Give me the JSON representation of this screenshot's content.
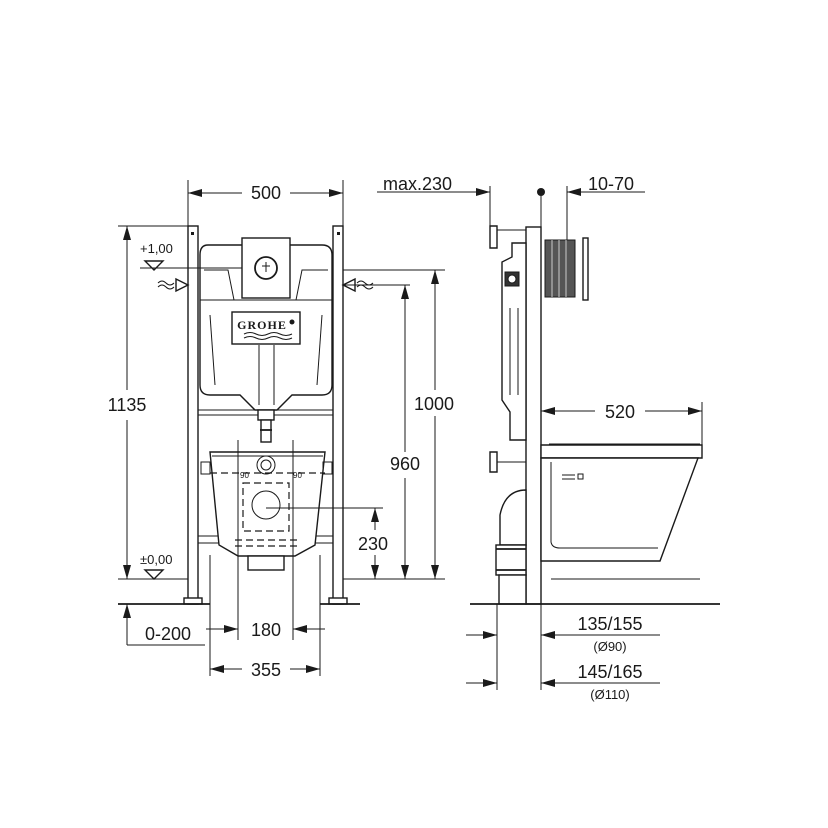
{
  "diagram": {
    "subject": "GROHE wall-hung WC installation frame with cistern and toilet bowl — front and side elevation",
    "brand_label": "GROHE",
    "front_view": {
      "width_frame": "500",
      "height_frame": "1135",
      "level_top": "+1,00",
      "level_floor": "±0,00",
      "height_supply": "1000",
      "height_actuator": "960",
      "height_drain": "230",
      "floor_offset": "0-200",
      "spacing_inner": "180",
      "spacing_outer": "355"
    },
    "side_view": {
      "wall_depth_max": "max.230",
      "plate_depth": "10-70",
      "bowl_projection": "520",
      "drain_90": "135/155",
      "drain_90_note": "(Ø90)",
      "drain_110": "145/165",
      "drain_110_note": "(Ø110)"
    },
    "colors": {
      "line": "#1a1a1a",
      "background": "#ffffff"
    }
  }
}
